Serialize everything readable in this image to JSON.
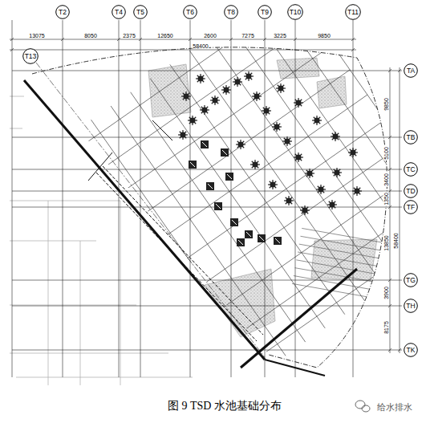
{
  "diagram": {
    "caption": "图 9 TSD 水池基础分布",
    "nodes": [
      {
        "text": [
          "T2"
        ]
      },
      {
        "text": [
          "T4"
        ]
      },
      {
        "text": [
          "T5"
        ]
      },
      {
        "text": [
          "T6"
        ]
      },
      {
        "text": [
          "T8"
        ]
      },
      {
        "text": [
          "T9"
        ]
      },
      {
        "text": [
          "T10"
        ]
      },
      {
        "text": [
          "T11"
        ]
      },
      {
        "text": [
          "T13"
        ]
      },
      {
        "text": [
          "TA"
        ]
      },
      {
        "text": [
          "TB"
        ]
      },
      {
        "text": [
          "TC"
        ]
      },
      {
        "text": [
          "TD"
        ]
      },
      {
        "text": [
          "TF"
        ]
      },
      {
        "text": [
          "TG"
        ]
      },
      {
        "text": [
          "TH"
        ]
      },
      {
        "text": [
          "TK"
        ]
      }
    ],
    "labels": [
      "13075",
      "8050",
      "2375",
      "12650",
      "2600",
      "7275",
      "3225",
      "9850",
      "58400",
      "9850",
      "5100",
      "3400",
      "1350",
      "13850",
      "3900",
      "8175",
      "58400",
      "给水排水"
    ]
  }
}
